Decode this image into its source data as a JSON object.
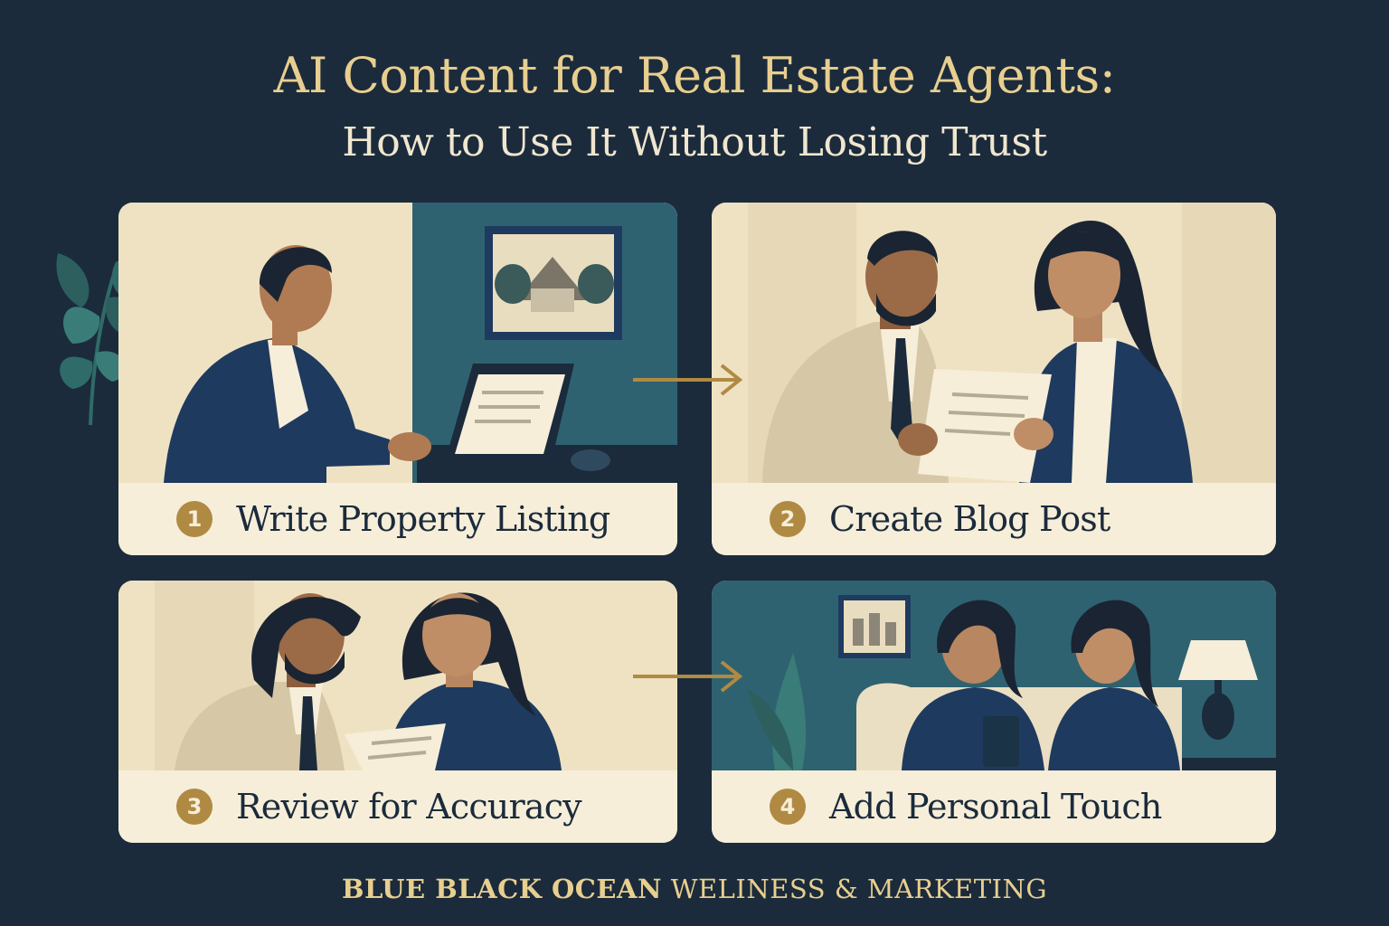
{
  "title": "AI Content for Real Estate Agents:",
  "subtitle": "How to Use It Without Losing Trust",
  "steps": [
    {
      "number": "1",
      "label": "Write Property Listing"
    },
    {
      "number": "2",
      "label": "Create Blog Post"
    },
    {
      "number": "3",
      "label": "Review for Accuracy"
    },
    {
      "number": "4",
      "label": "Add Personal Touch"
    }
  ],
  "footer": {
    "brand_bold": "BLUE BLACK OCEAN",
    "brand_rest": " WELINESS & MARKETING"
  },
  "colors": {
    "background": "#1b2b3c",
    "accent_gold": "#b08a43",
    "title_gold": "#e8cf8f",
    "card_cream": "#f4ead2",
    "navy": "#1f3a5f",
    "teal": "#2f6270"
  }
}
